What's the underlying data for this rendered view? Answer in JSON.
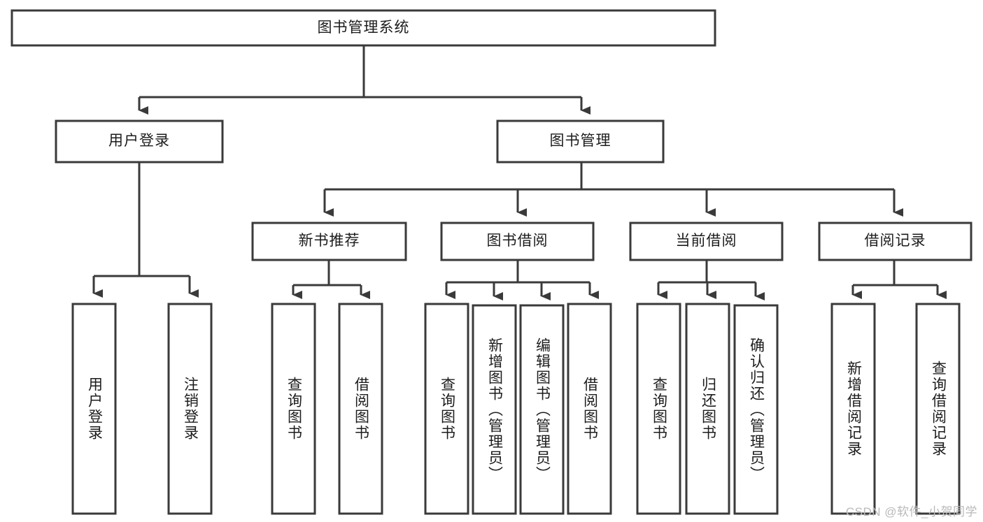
{
  "diagram": {
    "title": "图书管理系统",
    "watermark": "CSDN @软件_小贺同学",
    "type": "tree-hierarchy-diagram",
    "colors": {
      "stroke": "#3a3a3a",
      "fill": "#ffffff",
      "text": "#1c1c1c",
      "watermark": "#b9b9b9"
    },
    "nodes": {
      "root": {
        "label": "图书管理系统",
        "level": 1,
        "orientation": "horizontal"
      },
      "level2": [
        {
          "id": "user-login",
          "label": "用户登录",
          "level": 2,
          "orientation": "horizontal"
        },
        {
          "id": "book-management",
          "label": "图书管理",
          "level": 2,
          "orientation": "horizontal"
        }
      ],
      "level3": [
        {
          "id": "new-book-recommend",
          "label": "新书推荐",
          "level": 3,
          "orientation": "horizontal"
        },
        {
          "id": "book-borrow",
          "label": "图书借阅",
          "level": 3,
          "orientation": "horizontal"
        },
        {
          "id": "current-borrow",
          "label": "当前借阅",
          "level": 3,
          "orientation": "horizontal"
        },
        {
          "id": "borrow-record",
          "label": "借阅记录",
          "level": 3,
          "orientation": "horizontal"
        }
      ],
      "leaves": [
        {
          "id": "leaf-user-login",
          "label": "用户登录",
          "parent": "user-login",
          "orientation": "vertical"
        },
        {
          "id": "leaf-user-logout",
          "label": "注销登录",
          "parent": "user-login",
          "orientation": "vertical"
        },
        {
          "id": "leaf-query-book-1",
          "label": "查询图书",
          "parent": "new-book-recommend",
          "orientation": "vertical"
        },
        {
          "id": "leaf-borrow-book-1",
          "label": "借阅图书",
          "parent": "new-book-recommend",
          "orientation": "vertical"
        },
        {
          "id": "leaf-query-book-2",
          "label": "查询图书",
          "parent": "book-borrow",
          "orientation": "vertical"
        },
        {
          "id": "leaf-add-book",
          "label": "新增图书（管理员）",
          "parent": "book-borrow",
          "orientation": "vertical"
        },
        {
          "id": "leaf-edit-book",
          "label": "编辑图书（管理员）",
          "parent": "book-borrow",
          "orientation": "vertical"
        },
        {
          "id": "leaf-borrow-book-2",
          "label": "借阅图书",
          "parent": "book-borrow",
          "orientation": "vertical"
        },
        {
          "id": "leaf-query-book-3",
          "label": "查询图书",
          "parent": "current-borrow",
          "orientation": "vertical"
        },
        {
          "id": "leaf-return-book",
          "label": "归还图书",
          "parent": "current-borrow",
          "orientation": "vertical"
        },
        {
          "id": "leaf-confirm-return",
          "label": "确认归还（管理员）",
          "parent": "current-borrow",
          "orientation": "vertical"
        },
        {
          "id": "leaf-add-record",
          "label": "新增借阅记录",
          "parent": "borrow-record",
          "orientation": "vertical"
        },
        {
          "id": "leaf-query-record",
          "label": "查询借阅记录",
          "parent": "borrow-record",
          "orientation": "vertical"
        }
      ]
    }
  }
}
